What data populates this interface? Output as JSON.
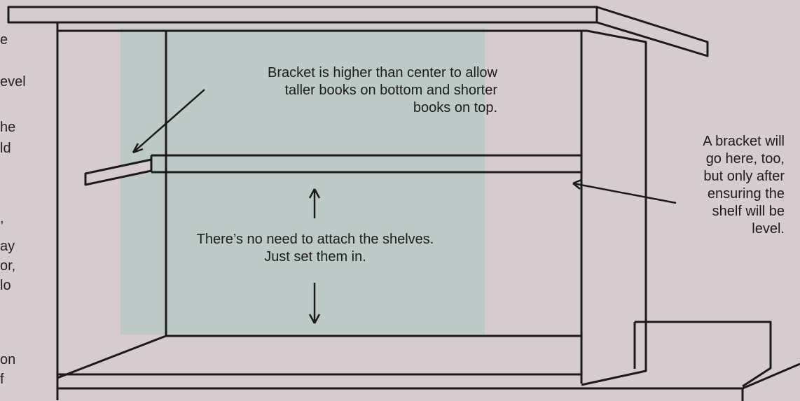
{
  "annotations": {
    "bracket_top": [
      "Bracket is higher than center to allow",
      "taller books on bottom and shorter",
      "books on top."
    ],
    "bracket_right": [
      "A bracket will",
      "go here, too,",
      "but only after",
      "ensuring the",
      "shelf will be",
      "level."
    ],
    "shelves_note": [
      "There’s no need to attach the shelves.",
      "Just set them in."
    ]
  },
  "margin_fragments": [
    "e",
    "evel",
    "he",
    "ld",
    ",",
    "ay",
    "or,",
    "lo",
    "on",
    "f"
  ],
  "colors": {
    "background": "#d6ccd0",
    "panel_highlight": "#b9c8c6",
    "line": "#1a1a1a"
  }
}
